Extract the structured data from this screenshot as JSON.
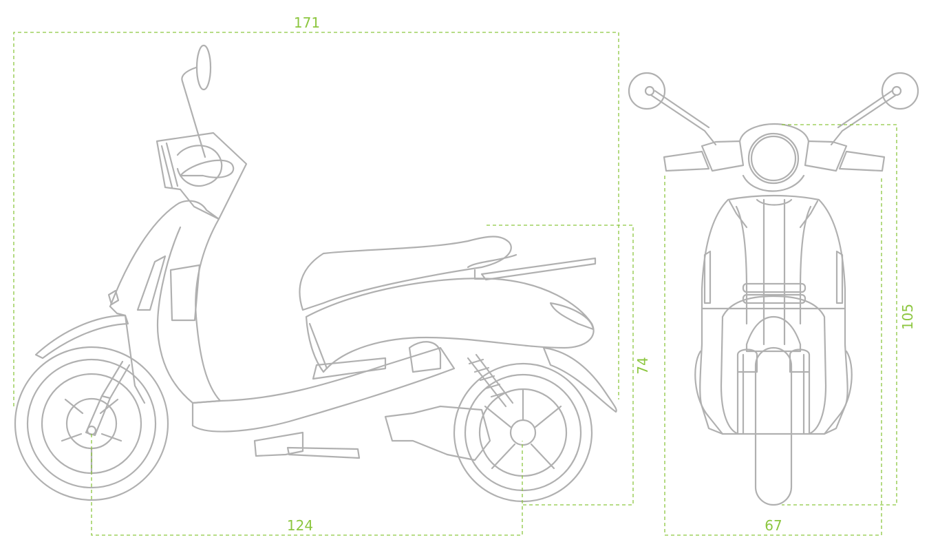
{
  "dimensions": {
    "overall_length": "171",
    "wheelbase": "124",
    "seat_height": "74",
    "overall_height": "105",
    "overall_width": "67"
  },
  "colors": {
    "dimension_line": "#8cc63f",
    "drawing_line": "#b0b0b0",
    "background": "#ffffff"
  }
}
